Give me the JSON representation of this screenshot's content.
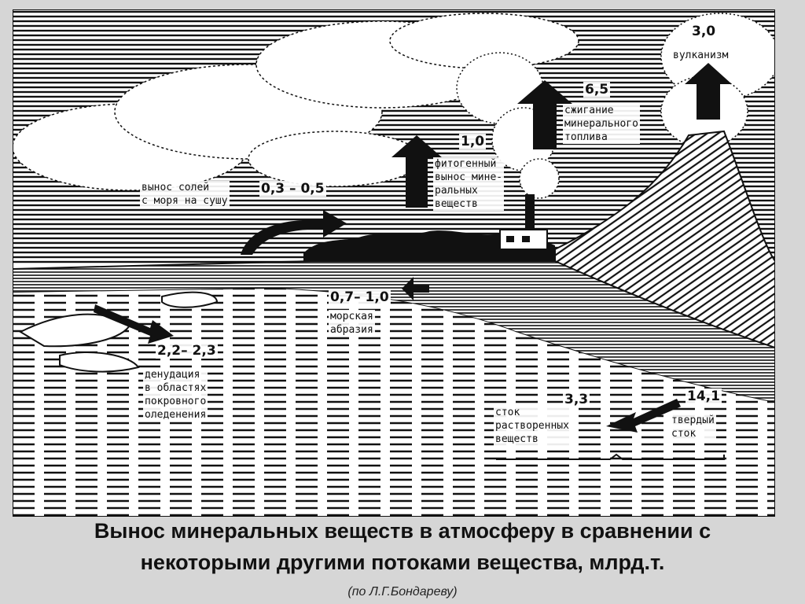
{
  "labels": {
    "volcanism": {
      "value": "3,0",
      "text": "вулканизм"
    },
    "fuel_burning": {
      "value": "6,5",
      "lines": [
        "сжигание",
        "минерального",
        "топлива"
      ]
    },
    "phytogenic": {
      "value": "1,0",
      "lines": [
        "фитогенный",
        "вынос мине-",
        "ральных",
        "веществ"
      ]
    },
    "salts": {
      "value": "0,3 – 0,5",
      "lines": [
        "вынос солей",
        "с моря на сушу"
      ]
    },
    "abrasion": {
      "value": "0,7– 1,0",
      "lines": [
        "морская",
        "абразия"
      ]
    },
    "denudation": {
      "value": "2,2– 2,3",
      "lines": [
        "денудация",
        "в областях",
        "покровного",
        "оледенения"
      ]
    },
    "dissolved_runoff": {
      "value": "3,3",
      "lines": [
        "сток",
        "растворенных",
        "веществ"
      ]
    },
    "solid_runoff": {
      "value": "14,1",
      "lines": [
        "твердый",
        "сток"
      ]
    }
  },
  "caption": {
    "line1": "Вынос минеральных веществ в атмосферу в сравнении с",
    "line2": "некоторыми другими потоками вещества, млрд.т.",
    "source": "(по Л.Г.Бондареву)"
  },
  "colors": {
    "ink": "#111111",
    "background": "#d6d6d6",
    "paper": "#ffffff"
  }
}
